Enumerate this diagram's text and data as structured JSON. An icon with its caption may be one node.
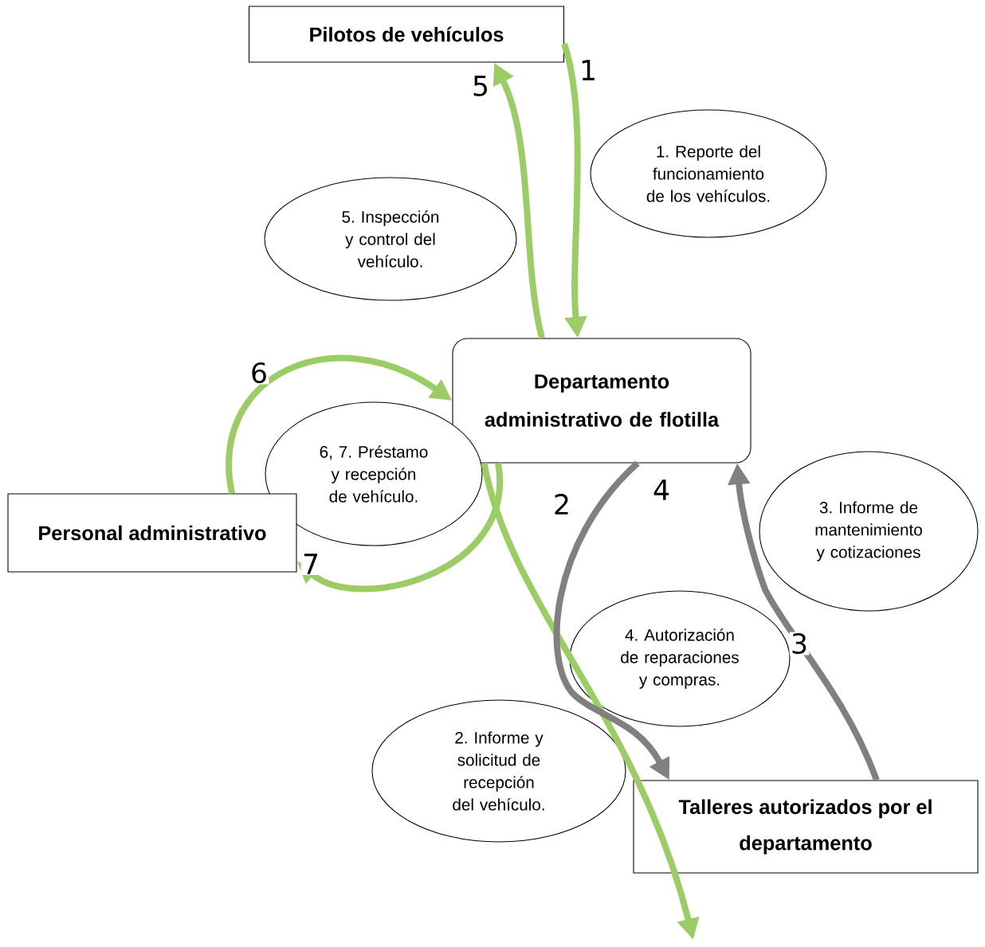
{
  "diagram": {
    "nodes": [
      {
        "text": [
          "Pilotos de vehículos"
        ]
      },
      {
        "text": [
          "1. Reporte del funcionamiento de los vehículos."
        ]
      },
      {
        "text": [
          "5. Inspección y control del vehículo."
        ]
      },
      {
        "text": [
          "Departamento administrativo de flotilla"
        ]
      },
      {
        "text": [
          "6, 7. Préstamo y recepción de vehículo."
        ]
      },
      {
        "text": [
          "Personal administrativo"
        ]
      },
      {
        "text": [
          "3. Informe de mantenimiento y cotizaciones"
        ]
      },
      {
        "text": [
          "4. Autorización de reparaciones y compras."
        ]
      },
      {
        "text": [
          "2. Informe y solicitud de recepción del vehículo."
        ]
      },
      {
        "text": [
          "Talleres autorizados por el departamento"
        ]
      }
    ],
    "edges": [
      {
        "from": 0,
        "to": 3,
        "arrow": "to",
        "label": "1"
      },
      {
        "from": 3,
        "to": 0,
        "arrow": "to",
        "label": "5"
      },
      {
        "from": 5,
        "to": 3,
        "arrow": "to",
        "label": "6"
      },
      {
        "from": 3,
        "to": 5,
        "arrow": "to",
        "label": "7"
      },
      {
        "from": 3,
        "to": null,
        "arrow": "to",
        "label": "2"
      },
      {
        "from": 9,
        "to": 3,
        "arrow": "to",
        "label": "3",
        "color": "#808080"
      },
      {
        "from": 3,
        "to": 9,
        "arrow": "to",
        "label": "4",
        "color": "#808080"
      }
    ]
  }
}
